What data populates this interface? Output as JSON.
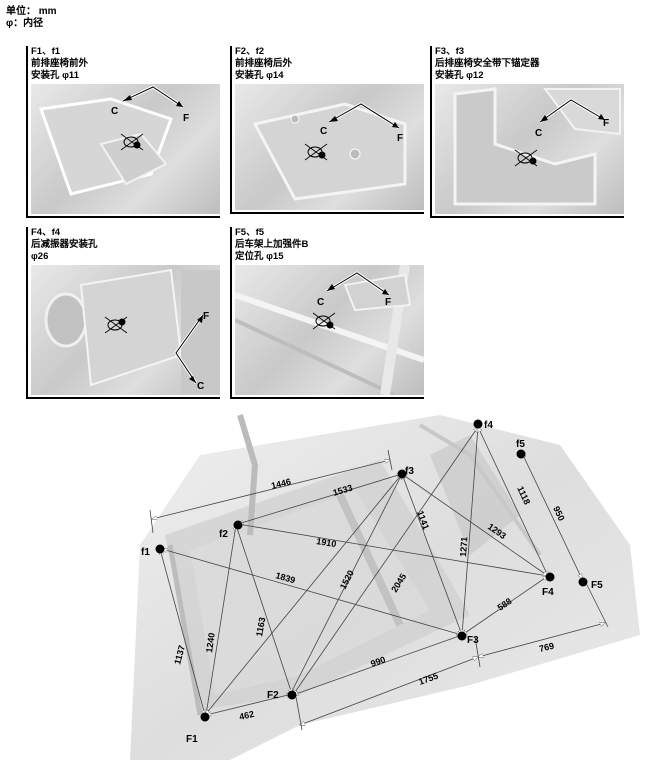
{
  "units": {
    "line1": "单位： mm",
    "line2": "φ：内径"
  },
  "panels": [
    {
      "l1": "F1、f1",
      "l2": "前排座椅前外",
      "l3": "安装孔 φ11",
      "c": "C",
      "f": "F"
    },
    {
      "l1": "F2、f2",
      "l2": "前排座椅后外",
      "l3": "安装孔 φ14",
      "c": "C",
      "f": "F"
    },
    {
      "l1": "F3、f3",
      "l2": "后排座椅安全带下锚定器",
      "l3": "安装孔 φ12",
      "c": "C",
      "f": "F"
    },
    {
      "l1": "F4、f4",
      "l2": "后减振器安装孔",
      "l3": "φ26",
      "c": "C",
      "f": "F"
    },
    {
      "l1": "F5、f5",
      "l2": "后车架上加强件B",
      "l3": "定位孔 φ15",
      "c": "C",
      "f": "F"
    }
  ],
  "points": {
    "f1": "f1",
    "f2": "f2",
    "f3": "f3",
    "f4": "f4",
    "f5": "f5",
    "F1": "F1",
    "F2": "F2",
    "F3": "F3",
    "F4": "F4",
    "F5": "F5"
  },
  "dimensions": {
    "d1446": "1446",
    "d1533": "1533",
    "d1910": "1910",
    "d1839": "1839",
    "d1520": "1520",
    "d2045": "2045",
    "d1141": "1141",
    "d1271": "1271",
    "d1118": "1118",
    "d1293": "1293",
    "d950": "950",
    "d588": "588",
    "d769": "769",
    "d1755": "1755",
    "d990": "990",
    "d1137": "1137",
    "d1240": "1240",
    "d1163": "1163",
    "d462": "462"
  }
}
